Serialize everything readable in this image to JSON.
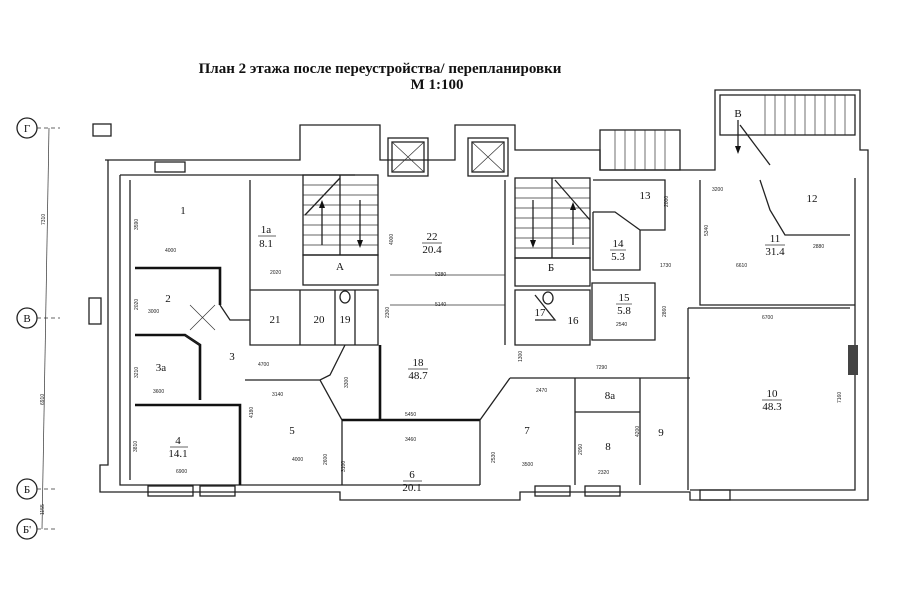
{
  "title": "План 2 этажа после переустройства/ перепланировки",
  "scale": "М 1:100",
  "axes": [
    {
      "label": "Г"
    },
    {
      "label": "В"
    },
    {
      "label": "Б"
    },
    {
      "label": "Б'"
    }
  ],
  "axis_dims": [
    "7310",
    "6910",
    "1155"
  ],
  "stairs": [
    "А",
    "Б",
    "В"
  ],
  "rooms": [
    {
      "num": "1"
    },
    {
      "num": "1а",
      "area": "8.1"
    },
    {
      "num": "2"
    },
    {
      "num": "3"
    },
    {
      "num": "3а"
    },
    {
      "num": "4",
      "area": "14.1"
    },
    {
      "num": "5"
    },
    {
      "num": "6",
      "area": "20.1"
    },
    {
      "num": "7"
    },
    {
      "num": "8"
    },
    {
      "num": "8а"
    },
    {
      "num": "9"
    },
    {
      "num": "10",
      "area": "48.3"
    },
    {
      "num": "11",
      "area": "31.4"
    },
    {
      "num": "12"
    },
    {
      "num": "13"
    },
    {
      "num": "14",
      "area": "5.3"
    },
    {
      "num": "15",
      "area": "5.8"
    },
    {
      "num": "16"
    },
    {
      "num": "17"
    },
    {
      "num": "18",
      "area": "48.7"
    },
    {
      "num": "19"
    },
    {
      "num": "20"
    },
    {
      "num": "21"
    },
    {
      "num": "22",
      "area": "20.4"
    }
  ],
  "dims": [
    "3590",
    "4000",
    "2020",
    "2020",
    "3000",
    "3210",
    "3600",
    "3810",
    "6900",
    "4700",
    "3140",
    "4180",
    "4000",
    "2600",
    "3100",
    "3300",
    "5450",
    "3460",
    "4000",
    "5280",
    "5140",
    "2300",
    "1300",
    "7290",
    "2470",
    "2530",
    "3500",
    "2050",
    "2320",
    "4200",
    "2000",
    "1730",
    "2540",
    "2860",
    "3200",
    "2880",
    "6610",
    "5340",
    "6700",
    "7160"
  ]
}
